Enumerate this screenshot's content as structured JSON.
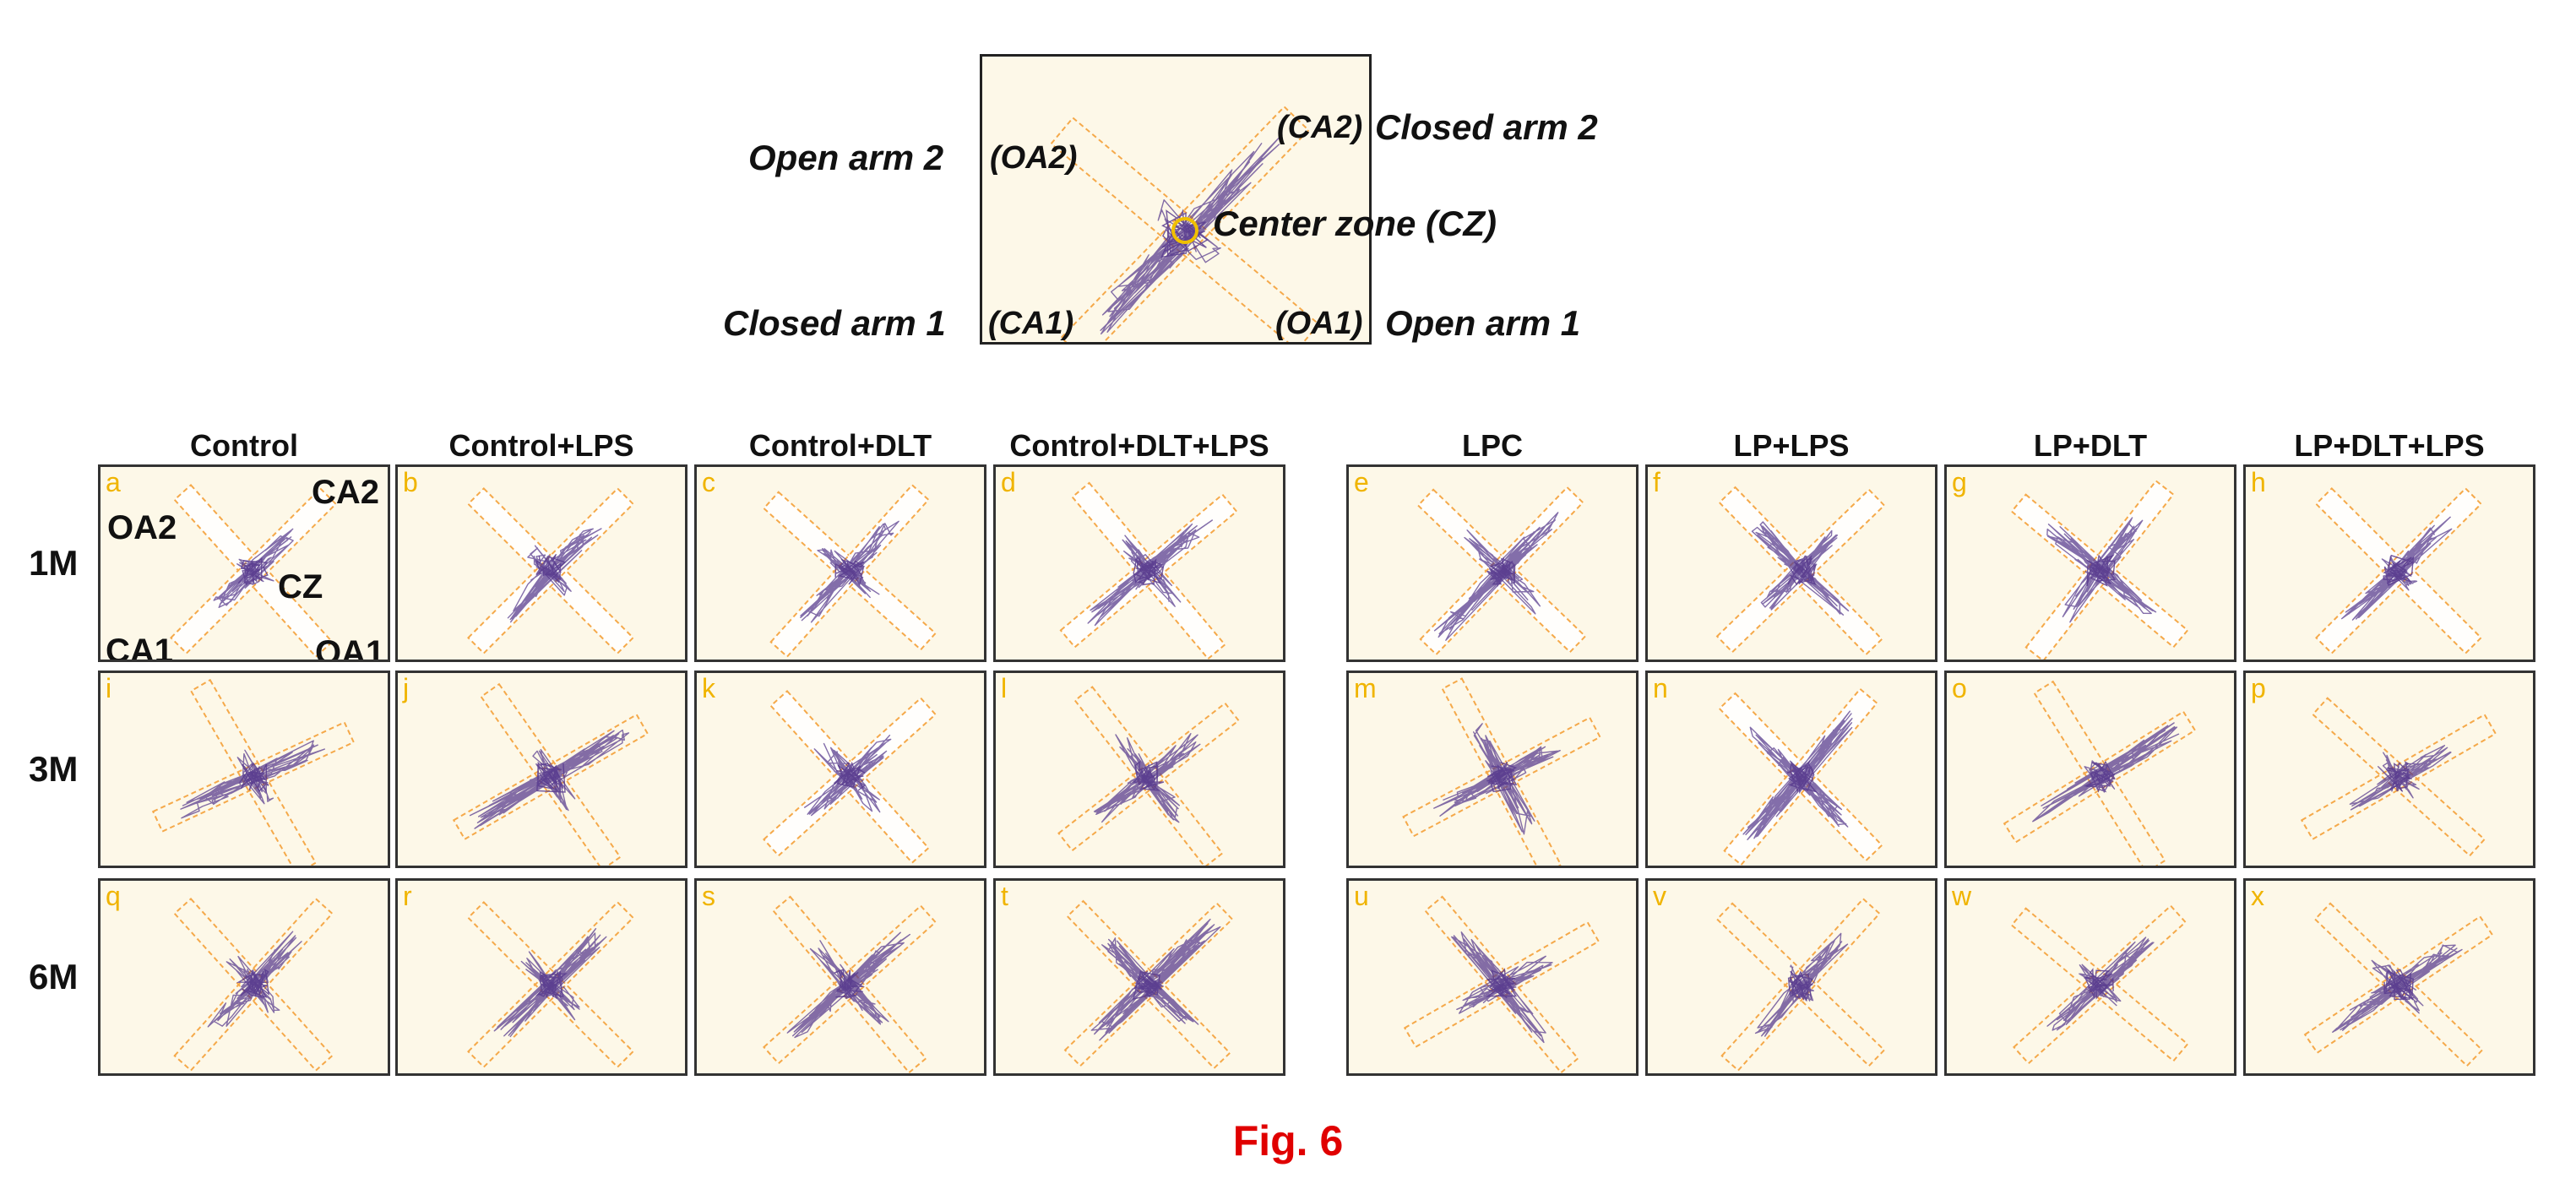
{
  "schematic": {
    "labels": {
      "open_arm_2": "Open arm 2",
      "oa2_code": "(OA2)",
      "ca2_code": "(CA2)",
      "closed_arm_2": "Closed arm 2",
      "center_zone": "Center zone (CZ)",
      "closed_arm_1": "Closed arm 1",
      "ca1_code": "(CA1)",
      "oa1_code": "(OA1)",
      "open_arm_1": "Open arm 1"
    }
  },
  "grid": {
    "columns": [
      "Control",
      "Control+LPS",
      "Control+DLT",
      "Control+DLT+LPS",
      "LPC",
      "LP+LPS",
      "LP+DLT",
      "LP+DLT+LPS"
    ],
    "rows": [
      "1M",
      "3M",
      "6M"
    ],
    "panel_letters": [
      "a",
      "b",
      "c",
      "d",
      "e",
      "f",
      "g",
      "h",
      "i",
      "j",
      "k",
      "l",
      "m",
      "n",
      "o",
      "p",
      "q",
      "r",
      "s",
      "t",
      "u",
      "v",
      "w",
      "x"
    ],
    "panel_a_annotations": {
      "oa2": "OA2",
      "ca2": "CA2",
      "cz": "CZ",
      "ca1": "CA1",
      "oa1": "OA1"
    }
  },
  "caption": "Fig. 6",
  "colors": {
    "panel_background": "#fdf8e8",
    "arm_outline": "#f5a94a",
    "track": "#5a3d8f",
    "letter": "#f0b400",
    "caption": "#e00000"
  },
  "icons": {
    "maze": "plus-maze-schematic",
    "track": "movement-track-trace"
  }
}
